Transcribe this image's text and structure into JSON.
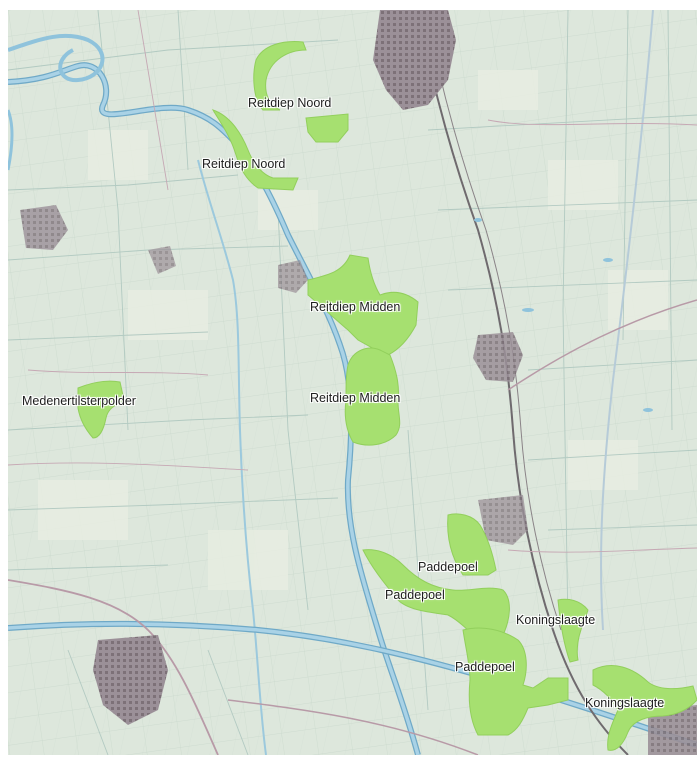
{
  "map": {
    "colors": {
      "background": "#dde7dc",
      "background_alt": "#e6ede0",
      "nature_area": "#a6e070",
      "nature_area_edge": "#92cf5c",
      "water": "#8fc3dc",
      "water_edge": "#6fa9c7",
      "urban": "#8a7f86",
      "road": "#b89aa7",
      "railway": "#6f6a6e",
      "ditch": "#b8cfc6",
      "label_text": "#1e1e1e"
    },
    "labels": [
      {
        "id": "reitdiep-noord-1",
        "text": "Reitdiep Noord"
      },
      {
        "id": "reitdiep-noord-2",
        "text": "Reitdiep Noord"
      },
      {
        "id": "reitdiep-midden-1",
        "text": "Reitdiep Midden"
      },
      {
        "id": "reitdiep-midden-2",
        "text": "Reitdiep Midden"
      },
      {
        "id": "medenertilsterpolder",
        "text": "Medenertilsterpolder"
      },
      {
        "id": "paddepoel-1",
        "text": "Paddepoel"
      },
      {
        "id": "paddepoel-2",
        "text": "Paddepoel"
      },
      {
        "id": "paddepoel-3",
        "text": "Paddepoel"
      },
      {
        "id": "koningslaagte-1",
        "text": "Koningslaagte"
      },
      {
        "id": "koningslaagte-2",
        "text": "Koningslaagte"
      }
    ]
  }
}
